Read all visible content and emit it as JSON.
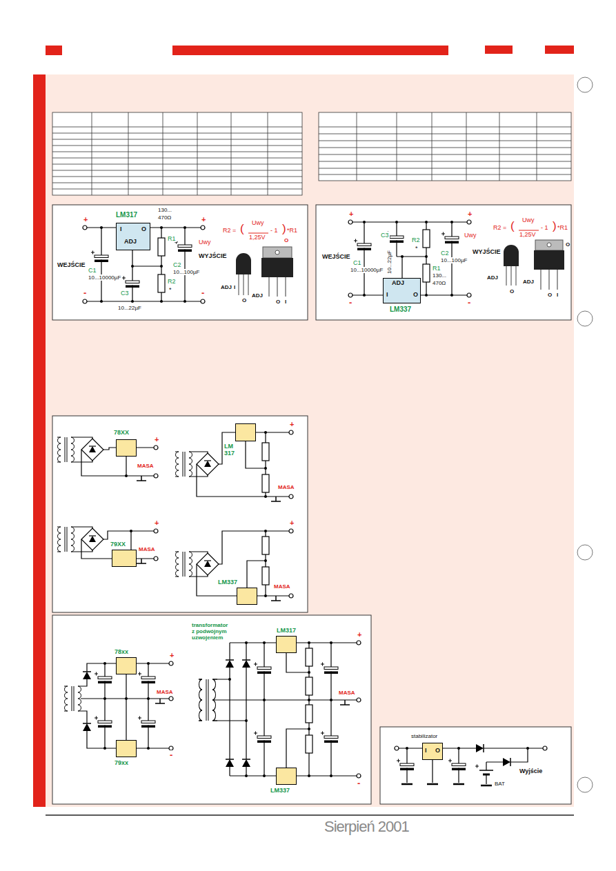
{
  "diagram": {
    "nodes": [
      {
        "text": [
          "LM317",
          "I",
          "O",
          "ADJ"
        ]
      },
      {
        "text": [
          "ADJ",
          "I",
          "O",
          "LM337"
        ]
      },
      {
        "text": [
          "78XX"
        ]
      },
      {
        "text": [
          "LM 317"
        ]
      },
      {
        "text": [
          "79XX"
        ]
      },
      {
        "text": [
          "LM337"
        ]
      },
      {
        "text": [
          "78xx"
        ]
      },
      {
        "text": [
          "79xx"
        ]
      },
      {
        "text": [
          "LM317"
        ]
      },
      {
        "text": [
          "LM337"
        ]
      },
      {
        "text": [
          "stabilizator",
          "I",
          "O"
        ]
      }
    ],
    "labels": [
      "+",
      "WEJŚCIE",
      "C1",
      "10...10000µF",
      "-",
      "C3",
      "10...22µF",
      "130...",
      "470Ω",
      "R1",
      "R2",
      "*",
      "+",
      "Uwy",
      "C2",
      "10...100µF",
      "WYJŚCIE",
      "-",
      "R2 =",
      "(",
      "Uwy",
      "1,25V",
      "- 1",
      ")",
      "*R1",
      "ADJ",
      "I",
      "O",
      "ADJ",
      "O",
      "I",
      "O",
      "+",
      "+",
      "C3",
      "10...22µF",
      "R2",
      "*",
      "Uwy",
      "WEJŚCIE",
      "C1",
      "10...10000µF",
      "C2",
      "10...100µF",
      "WYJŚCIE",
      "R1",
      "130...",
      "470Ω",
      "-",
      "-",
      "R2 =",
      "(",
      "Uwy",
      "1,25V",
      "- 1",
      ")",
      "*R1",
      "ADJ",
      "O",
      "ADJ",
      "O",
      "I",
      "O",
      "+",
      "MASA",
      "+",
      "MASA",
      "+",
      "MASA",
      "+",
      "MASA",
      "+",
      "MASA",
      "-",
      "transformator z podwójnym uzwojeniem",
      "+",
      "MASA",
      "-",
      "BAT",
      "Wyjście",
      "Sierpień 2001"
    ]
  }
}
